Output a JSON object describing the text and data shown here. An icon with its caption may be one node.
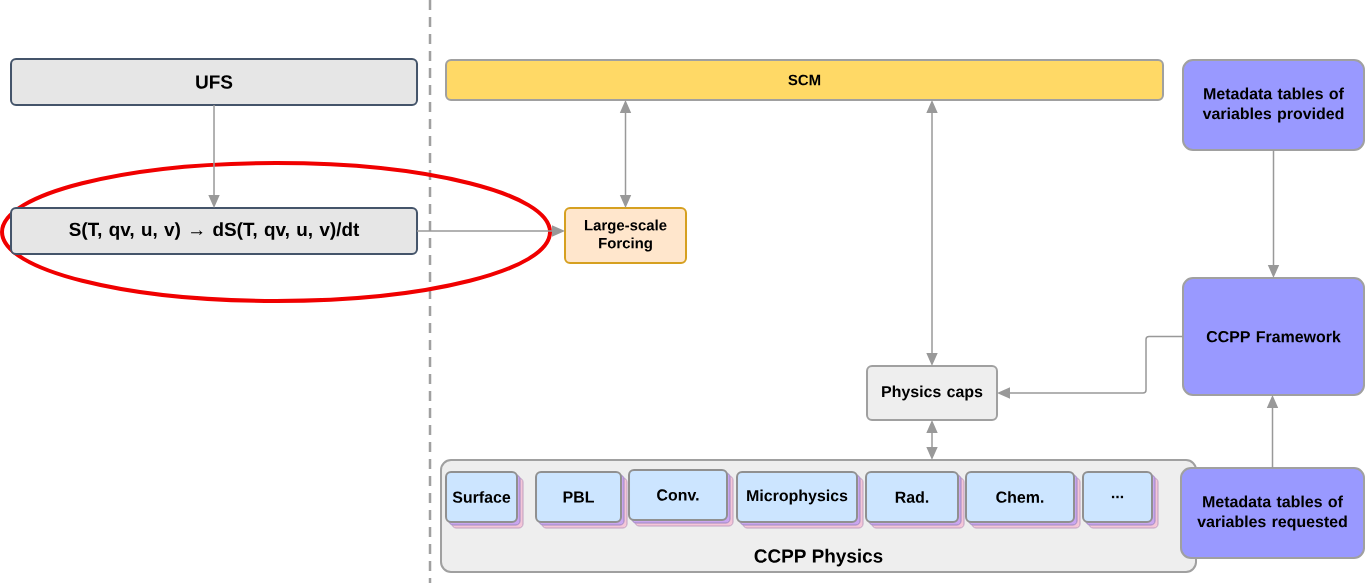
{
  "diagram": {
    "nodes": [
      {
        "text": [
          "UFS"
        ]
      },
      {
        "text": [
          "S(T, qv, u, v) → dS(T, qv, u, v)/dt"
        ]
      },
      {
        "text": [
          "SCM"
        ]
      },
      {
        "text": [
          "Large-scale Forcing"
        ]
      },
      {
        "text": [
          "Metadata tables of variables provided"
        ]
      },
      {
        "text": [
          "CCPP Framework"
        ]
      },
      {
        "text": [
          "Physics caps"
        ]
      },
      {
        "text": [
          "CCPP Physics"
        ]
      },
      {
        "text": [
          "Surface"
        ],
        "in": 7
      },
      {
        "text": [
          "PBL"
        ],
        "in": 7
      },
      {
        "text": [
          "Conv."
        ],
        "in": 7
      },
      {
        "text": [
          "Microphysics"
        ],
        "in": 7
      },
      {
        "text": [
          "Rad."
        ],
        "in": 7
      },
      {
        "text": [
          "Chem."
        ],
        "in": 7
      },
      {
        "text": [
          "..."
        ],
        "in": 7
      },
      {
        "text": [
          "Metadata tables of variables requested"
        ]
      }
    ],
    "edges": [
      {
        "from": 0,
        "to": 1,
        "arrow": "to"
      },
      {
        "from": 1,
        "to": 3,
        "arrow": "to"
      },
      {
        "from": 2,
        "to": 3,
        "arrow": "both"
      },
      {
        "from": 2,
        "to": 6,
        "arrow": "both"
      },
      {
        "from": 4,
        "to": 5,
        "arrow": "to"
      },
      {
        "from": 5,
        "to": 6,
        "arrow": "to"
      },
      {
        "from": 6,
        "to": 7,
        "arrow": "both"
      },
      {
        "from": 15,
        "to": 5,
        "arrow": "to"
      }
    ]
  }
}
